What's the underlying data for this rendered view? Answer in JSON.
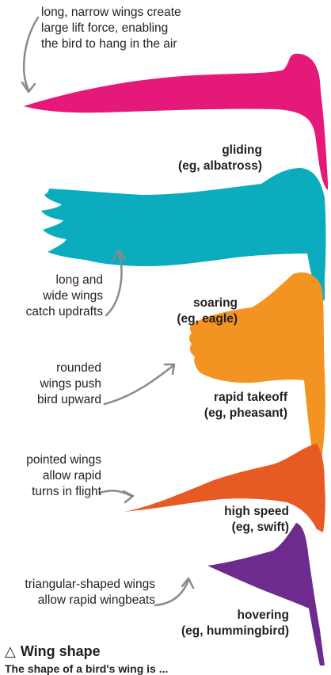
{
  "annotations": {
    "gliding_note": [
      "long, narrow wings create",
      "large lift force, enabling",
      "the bird to hang in the air"
    ],
    "soaring_note": [
      "long and",
      "wide wings",
      "catch updrafts"
    ],
    "takeoff_note": [
      "rounded",
      "wings push",
      "bird upward"
    ],
    "speed_note": [
      "pointed wings",
      "allow rapid",
      "turns in flight"
    ],
    "hover_note": [
      "triangular-shaped wings",
      "allow rapid wingbeats"
    ]
  },
  "labels": {
    "gliding": [
      "gliding",
      "(eg, albatross)"
    ],
    "soaring": [
      "soaring",
      "(eg, eagle)"
    ],
    "takeoff": [
      "rapid takeoff",
      "(eg, pheasant)"
    ],
    "speed": [
      "high speed",
      "(eg, swift)"
    ],
    "hover": [
      "hovering",
      "(eg, hummingbird)"
    ]
  },
  "caption": {
    "symbol": "△",
    "title": "Wing shape",
    "cut_off_text": "The shape of a bird's wing is ..."
  },
  "colors": {
    "albatross": "#e5197a",
    "eagle": "#0cacbf",
    "pheasant": "#f39322",
    "swift": "#e85a24",
    "hummingbird": "#6d2c8d",
    "arrow": "#8a8a8a",
    "text": "#231f20"
  }
}
